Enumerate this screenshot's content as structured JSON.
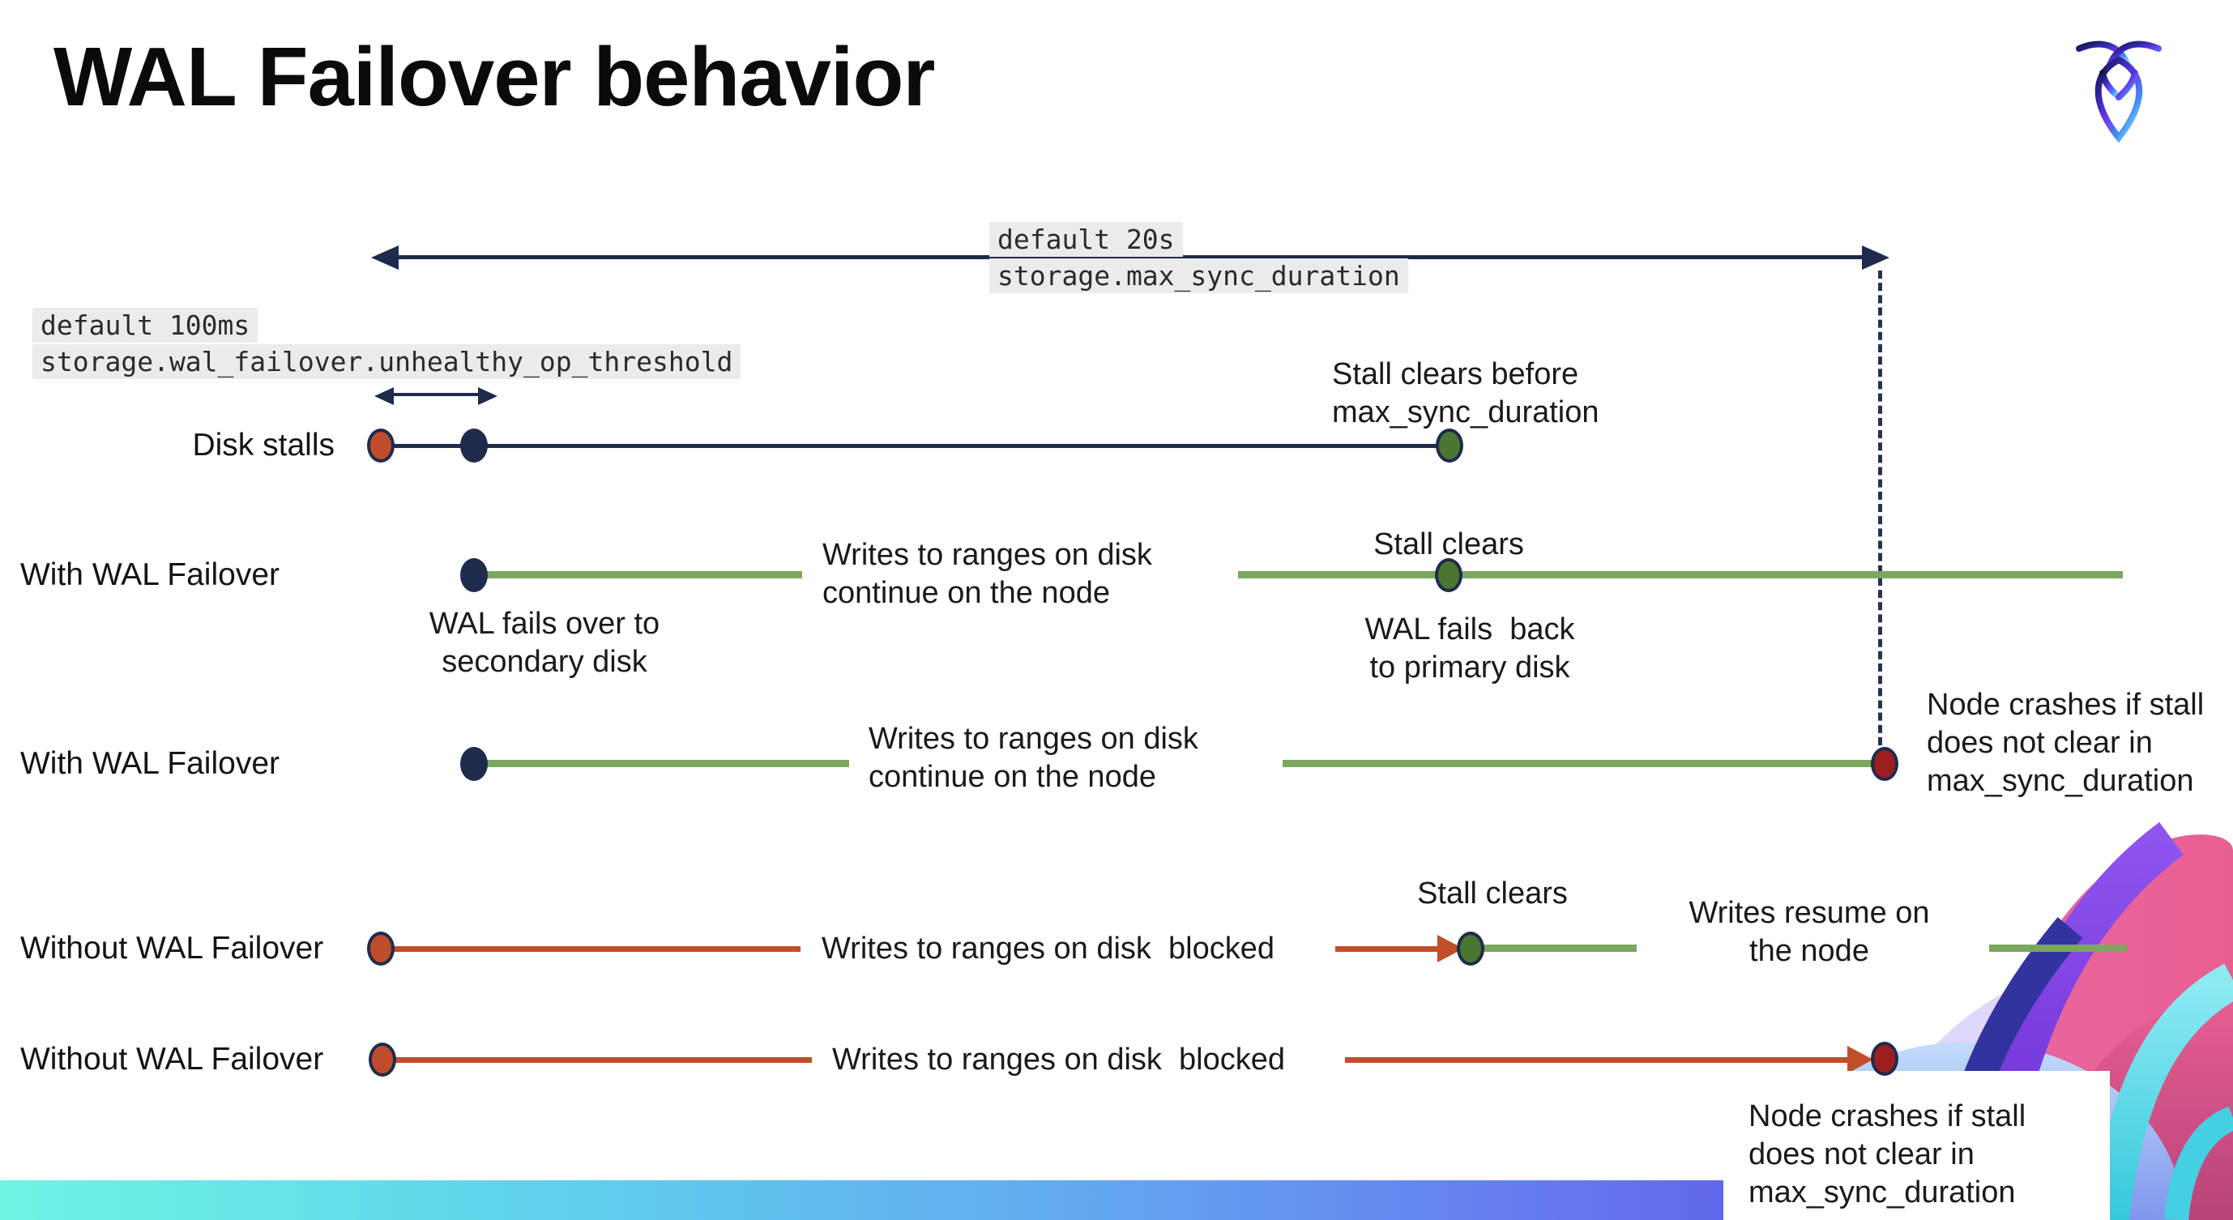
{
  "title": "WAL Failover behavior",
  "settings": {
    "max_sync_default": "default 20s",
    "max_sync_name": "storage.max_sync_duration",
    "threshold_default": "default 100ms",
    "threshold_name": "storage.wal_failover.unhealthy_op_threshold"
  },
  "rows": {
    "disk_stalls": {
      "label": "Disk stalls",
      "stall_clears_note": "Stall clears before\nmax_sync_duration"
    },
    "with_failover_1": {
      "label": "With WAL Failover",
      "writes_note": "Writes to ranges on disk\ncontinue on the node",
      "failover_note": "WAL fails over to\nsecondary disk",
      "stall_clears": "Stall clears",
      "failback_note": "WAL fails  back\nto primary disk"
    },
    "with_failover_2": {
      "label": "With WAL Failover",
      "writes_note": "Writes to ranges on disk\ncontinue on the node",
      "crash_note": "Node crashes if stall\ndoes not clear in\nmax_sync_duration"
    },
    "without_failover_1": {
      "label": "Without WAL Failover",
      "blocked_note": "Writes to ranges on disk  blocked",
      "stall_clears": "Stall clears",
      "resume_note": "Writes resume on\nthe node"
    },
    "without_failover_2": {
      "label": "Without WAL Failover",
      "blocked_note": "Writes to ranges on disk  blocked",
      "crash_note": "Node crashes if stall\ndoes not clear in\nmax_sync_duration"
    }
  },
  "colors": {
    "navy": "#1f2b4d",
    "green_line": "#7ba75f",
    "green_dot": "#4a762f",
    "red_line": "#c14e2b",
    "red_dot": "#bf4d2b",
    "dark_red_dot": "#9c1e20",
    "gray_bg": "#ebebeb",
    "text": "#1a1a1a",
    "bar_gradient_left": "#6df5e3",
    "bar_gradient_right": "#5946de"
  }
}
